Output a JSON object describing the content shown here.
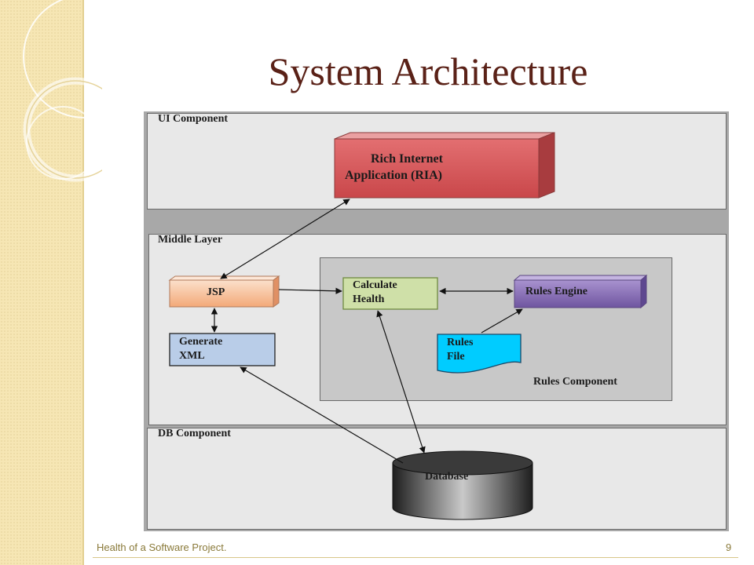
{
  "slide": {
    "title": "System Architecture",
    "footer": "Health of a Software Project.",
    "page_number": "9"
  },
  "diagram": {
    "panels": {
      "ui": "UI Component",
      "middle": "Middle Layer",
      "rules": "Rules Component",
      "db": "DB Component"
    },
    "nodes": {
      "ria_line1": "Rich Internet",
      "ria_line2": "Application (RIA)",
      "jsp": "JSP",
      "generate_line1": "Generate",
      "generate_line2": "XML",
      "calculate_line1": "Calculate",
      "calculate_line2": "Health",
      "rules_engine": "Rules Engine",
      "rules_file_line1": "Rules",
      "rules_file_line2": "File",
      "database": "Database"
    },
    "colors": {
      "ria": "#d9595b",
      "jsp": "#f9c8a4",
      "generate": "#b9cde8",
      "calculate": "#cfe0a8",
      "rules_engine": "#8d74b5",
      "rules_file": "#00ccff",
      "database": "#4a4a4a"
    }
  }
}
